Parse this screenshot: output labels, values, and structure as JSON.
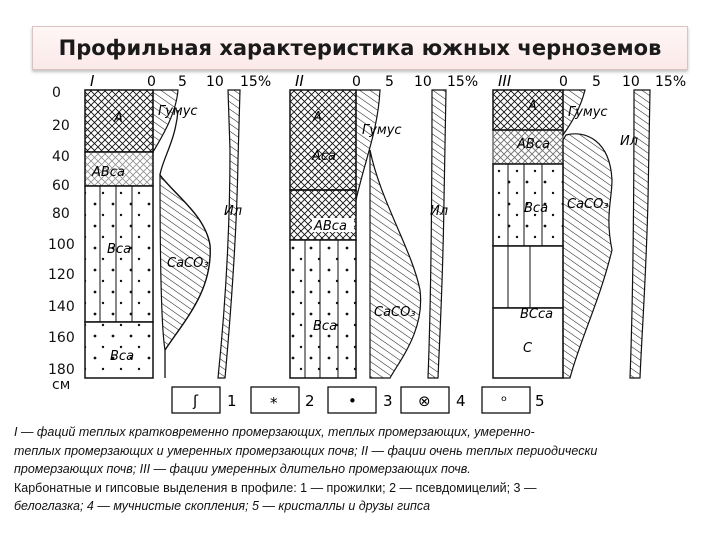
{
  "title": "Профильная характеристика южных черноземов",
  "depth_axis": {
    "ticks": [
      "0",
      "20",
      "40",
      "60",
      "80",
      "100",
      "120",
      "140",
      "160",
      "180"
    ],
    "unit": "см"
  },
  "columns": [
    {
      "numeral": "I",
      "scale": [
        "0",
        "5",
        "10",
        "15%"
      ],
      "labels": {
        "a": "A",
        "humus": "Гумус",
        "abca": "ABca",
        "il": "Ил",
        "bca1": "Вса",
        "caco3": "CaCO₃",
        "bca2": "Вса"
      }
    },
    {
      "numeral": "II",
      "scale": [
        "0",
        "5",
        "10",
        "15%"
      ],
      "labels": {
        "a": "A",
        "humus": "Гумус",
        "aca": "Aca",
        "il": "Ил",
        "abca": "ABca",
        "bca": "Bca",
        "caco3": "CaCO₃"
      }
    },
    {
      "numeral": "III",
      "scale": [
        "0",
        "5",
        "10",
        "15%"
      ],
      "labels": {
        "a": "A",
        "humus": "Гумус",
        "abca": "ABca",
        "il": "Ил",
        "bca": "Bca",
        "caco3": "CaCO₃",
        "bcca": "BCca",
        "c": "C"
      }
    }
  ],
  "legend": [
    {
      "symbol": "ʃ",
      "number": "1"
    },
    {
      "symbol": "*",
      "number": "2"
    },
    {
      "symbol": "•",
      "number": "3"
    },
    {
      "symbol": "⊗",
      "number": "4"
    },
    {
      "symbol": "ᵒ",
      "number": "5"
    }
  ],
  "caption": {
    "line1": "I — фаций теплых кратковременно промерзающих, теплых промерзающих, умеренно-",
    "line2": "теплых промерзающих и умеренных промерзающих почв; II — фации очень теплых периодически",
    "line3": "промерзающих почв; III — фации умеренных длительно промерзающих почв.",
    "line4": "Карбонатные и гипсовые выделения в профиле: 1 — прожилки; 2 — псевдомицелий; 3 —",
    "line5": "белоглазка; 4 — мучнистые скопления; 5 — кристаллы и друзы гипса"
  }
}
